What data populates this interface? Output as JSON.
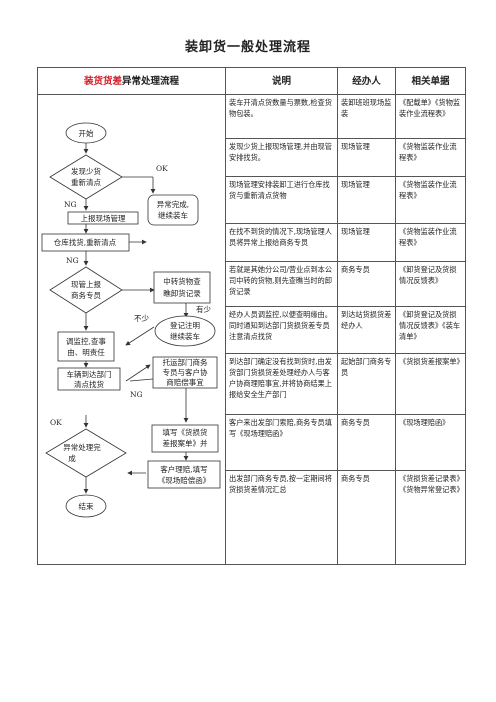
{
  "doc": {
    "title": "装卸货一般处理流程",
    "header": {
      "flow_red": "装货货差",
      "flow_black": "异常处理流程",
      "desc": "说明",
      "agent": "经办人",
      "docs": "相关单据"
    },
    "rows": [
      {
        "desc": "装车开清点货数量与票数,检查货物包装。",
        "agent": "装卸班班现场监装",
        "docs": "《配载单》《货物监装作业流程表》"
      },
      {
        "desc": "发现少货上报现场管理,并由现管安排找货。",
        "agent": "现场管理",
        "docs": "《货物监装作业流程表》"
      },
      {
        "desc": "现场管理安排装卸工进行仓库找货与重新清点货物",
        "agent": "现场管理",
        "docs": "《货物监装作业流程表》"
      },
      {
        "desc": "在找不到货的情况下,现场管理人员将异常上报给商务专员",
        "agent": "现场管理",
        "docs": "《货物监装作业流程表》"
      },
      {
        "desc": "若就是其她分公司/营业点到本公司中转的货物,则先查瞧当时的卸货记录",
        "agent": "商务专员",
        "docs": "《卸货登记及货损情况反馈表》"
      },
      {
        "desc": "经办人员调监控,以便查明缘由。同时通知到达部门货损货差专员注意清点找货",
        "agent": "到达站货损货差经办人",
        "docs": "《卸货登记及货损情况反馈表》《装车清单》"
      },
      {
        "desc": "到达部门确定没有找到货时,由发货部门货损货差处理经办人与客户协商理赔事宜,并将协商结果上报给安全生产部门",
        "agent": "起始部门商务专员",
        "docs": "《货损货差报案单》"
      },
      {
        "desc": "客户来出发部门索赔,商务专员填写《现场理赔函》",
        "agent": "商务专员",
        "docs": "《现场理赔函》"
      },
      {
        "desc": "出发部门商务专员,按一定期间将货损货差情况汇总",
        "agent": "商务专员",
        "docs": "《货损货差记录表》《货物异常登记表》"
      }
    ],
    "flow": {
      "start": "开始",
      "check_line1": "发现少货",
      "check_line2": "重新清点",
      "ng1": "NG",
      "ok1": "OK",
      "report_mgr": "上报现场管理",
      "find_goods": "仓库找货,重新清点",
      "done_line1": "异常完成,",
      "done_line2": "继续装车",
      "ng2": "NG",
      "report_line1": "现管上报",
      "report_line2": "商务专员",
      "transit_line1": "中转货物查",
      "transit_line2": "瞧卸货记录",
      "less": "不少",
      "more": "有少",
      "record_line1": "登记注明",
      "record_line2": "继续装车",
      "monitor_line1": "调监控,查事",
      "monitor_line2": "由、明责任",
      "notify_line1": "车辆到达部门",
      "notify_line2": "清点找货",
      "claim_line1": "托运部门商务",
      "claim_line2": "专员与客户协",
      "claim_line3": "商赔偿事宜",
      "ng3": "NG",
      "ok2": "OK",
      "fill_line1": "填写《货损货",
      "fill_line2": "差报案单》并",
      "pay_line1": "客户理赔,填写",
      "pay_line2": "《现场赔偿函》",
      "finish_line1": "异常处理完",
      "finish_line2": "成",
      "end": "结束"
    }
  }
}
